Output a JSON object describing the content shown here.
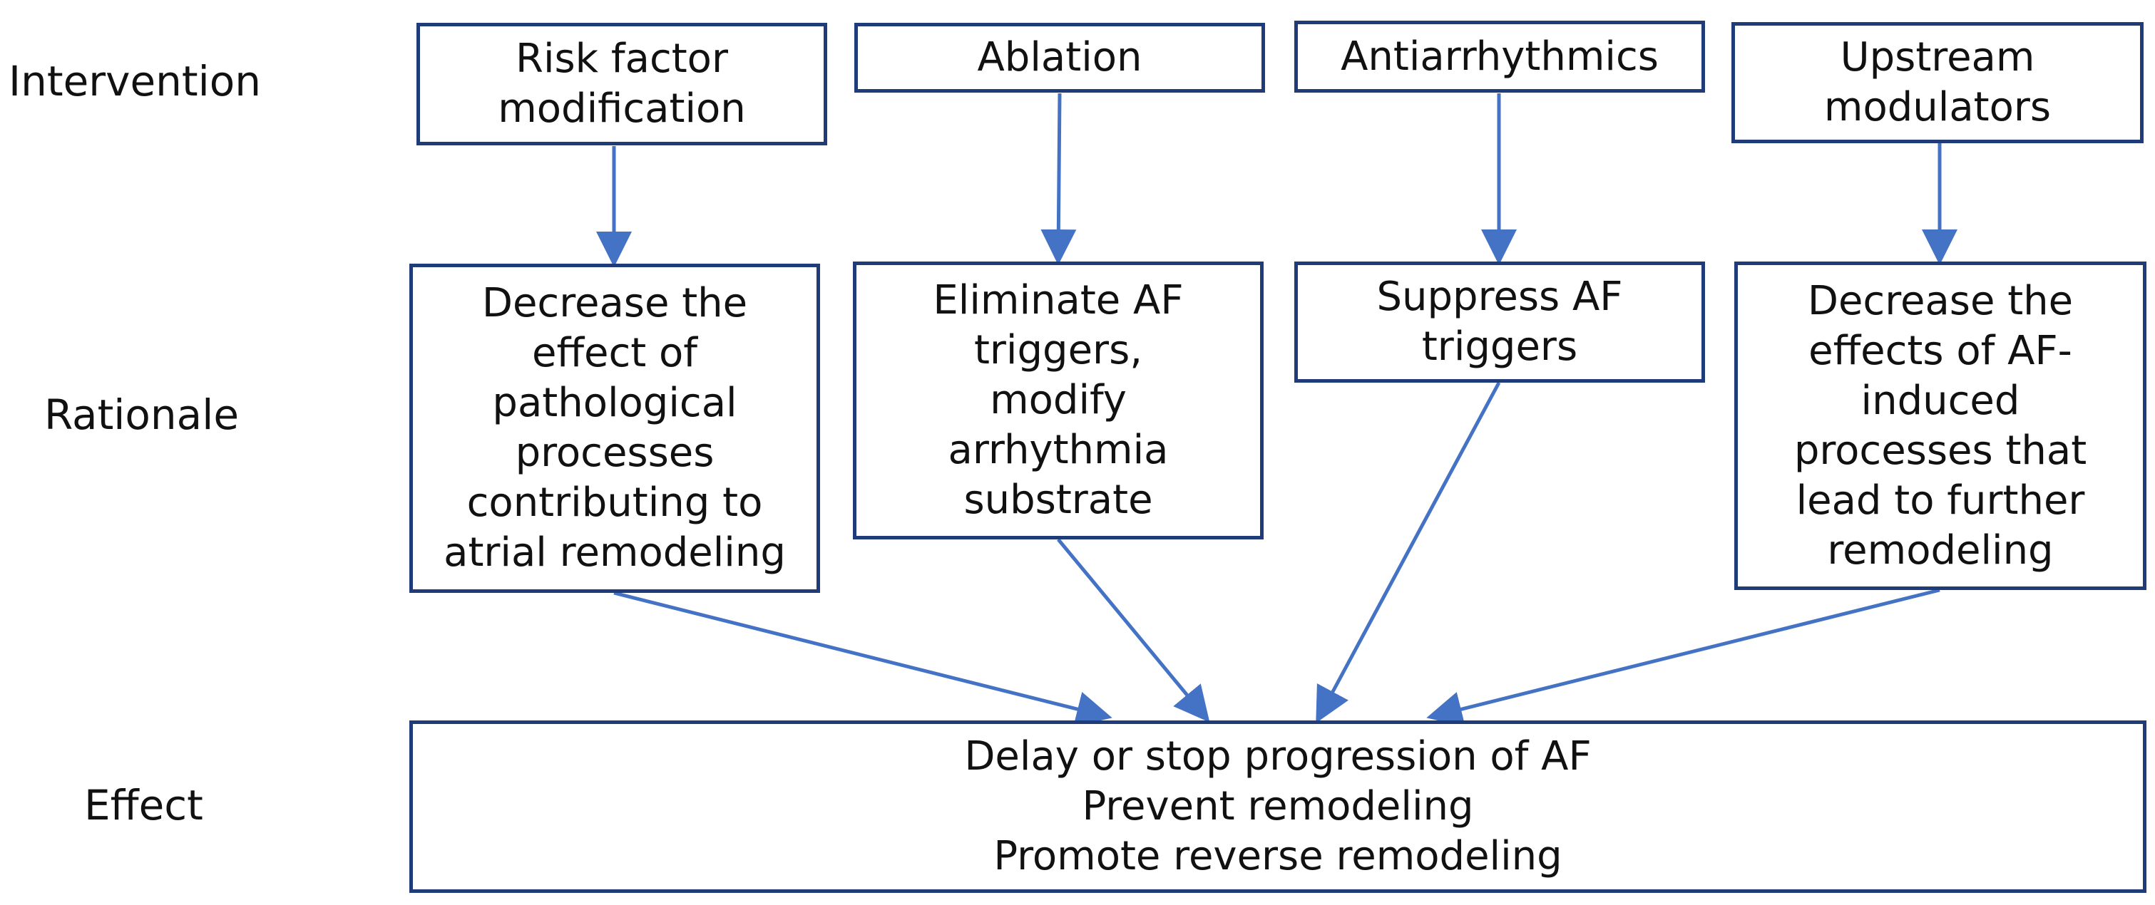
{
  "row_labels": {
    "intervention": "Intervention",
    "rationale": "Rationale",
    "effect": "Effect"
  },
  "interventions": [
    {
      "lines": [
        "Risk factor",
        "modification"
      ]
    },
    {
      "lines": [
        "Ablation"
      ]
    },
    {
      "lines": [
        "Antiarrhythmics"
      ]
    },
    {
      "lines": [
        "Upstream",
        "modulators"
      ]
    }
  ],
  "rationales": [
    {
      "lines": [
        "Decrease the",
        "effect of",
        "pathological",
        "processes",
        "contributing to",
        "atrial remodeling"
      ]
    },
    {
      "lines": [
        "Eliminate AF",
        "triggers,",
        "modify",
        "arrhythmia",
        "substrate"
      ]
    },
    {
      "lines": [
        "Suppress AF",
        "triggers"
      ]
    },
    {
      "lines": [
        "Decrease the",
        "effects of AF-",
        "induced",
        "processes that",
        "lead to further",
        "remodeling"
      ]
    }
  ],
  "effect": {
    "lines": [
      "Delay or stop progression of AF",
      "Prevent remodeling",
      "Promote reverse remodeling"
    ]
  },
  "colors": {
    "box_border": "#1f3c78",
    "arrow": "#4472c4",
    "text": "#111111"
  }
}
